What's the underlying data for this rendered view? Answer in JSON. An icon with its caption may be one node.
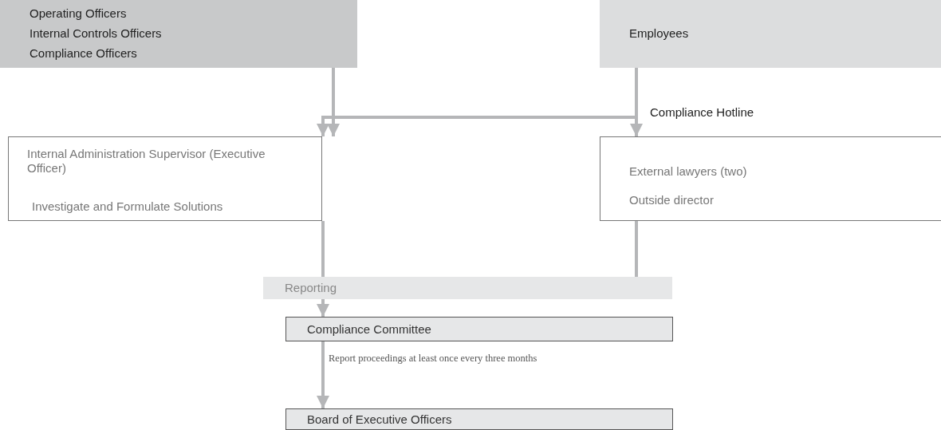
{
  "diagram": {
    "nodes": [
      {
        "text": [
          "Operating Officers",
          "Internal Controls Officers",
          "Compliance Officers"
        ]
      },
      {
        "text": [
          "Employees"
        ]
      },
      {
        "text": [
          "Internal Administration Supervisor (Executive Officer)",
          "Investigate and Formulate Solutions"
        ]
      },
      {
        "text": [
          "External lawyers (two)",
          "Outside director"
        ]
      },
      {
        "text": [
          "Reporting"
        ]
      },
      {
        "text": [
          "Compliance Committee"
        ]
      },
      {
        "text": [
          "Board of Executive Officers"
        ]
      }
    ],
    "edges": [
      {
        "from": 0,
        "to": 2,
        "arrow": "to"
      },
      {
        "from": 1,
        "to": 2,
        "arrow": "to"
      },
      {
        "from": 1,
        "to": 3,
        "arrow": "to",
        "label": "Compliance Hotline"
      },
      {
        "from": 2,
        "to": 4,
        "arrow": "none"
      },
      {
        "from": 3,
        "to": 4,
        "arrow": "none"
      },
      {
        "from": 4,
        "to": 5,
        "arrow": "to"
      },
      {
        "from": 5,
        "to": 6,
        "arrow": "to",
        "label": "Report proceedings at least once every three months"
      }
    ]
  }
}
